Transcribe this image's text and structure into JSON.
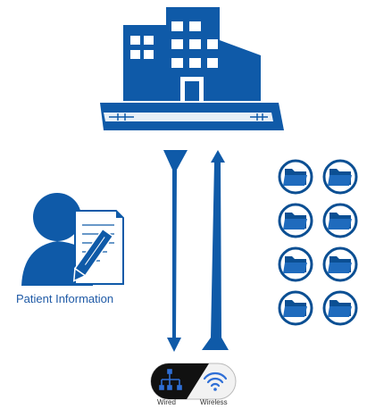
{
  "colors": {
    "primary_blue": "#0f5aa8",
    "folder_blue": "#1f6bbd",
    "folder_ring": "#0b4f93",
    "toggle_dark": "#111111",
    "toggle_light": "#f2f2f2",
    "label_text": "#1f5aa6"
  },
  "icons": {
    "building": "hospital-building-icon",
    "patient": "patient-with-document-icon",
    "folder": "folder-icon",
    "wired": "wired-network-icon",
    "wireless": "wifi-icon"
  },
  "labels": {
    "patient_information": "Patient Information",
    "wired": "Wired",
    "wireless": "Wireless"
  },
  "folders": {
    "rows": 4,
    "columns": 2
  }
}
